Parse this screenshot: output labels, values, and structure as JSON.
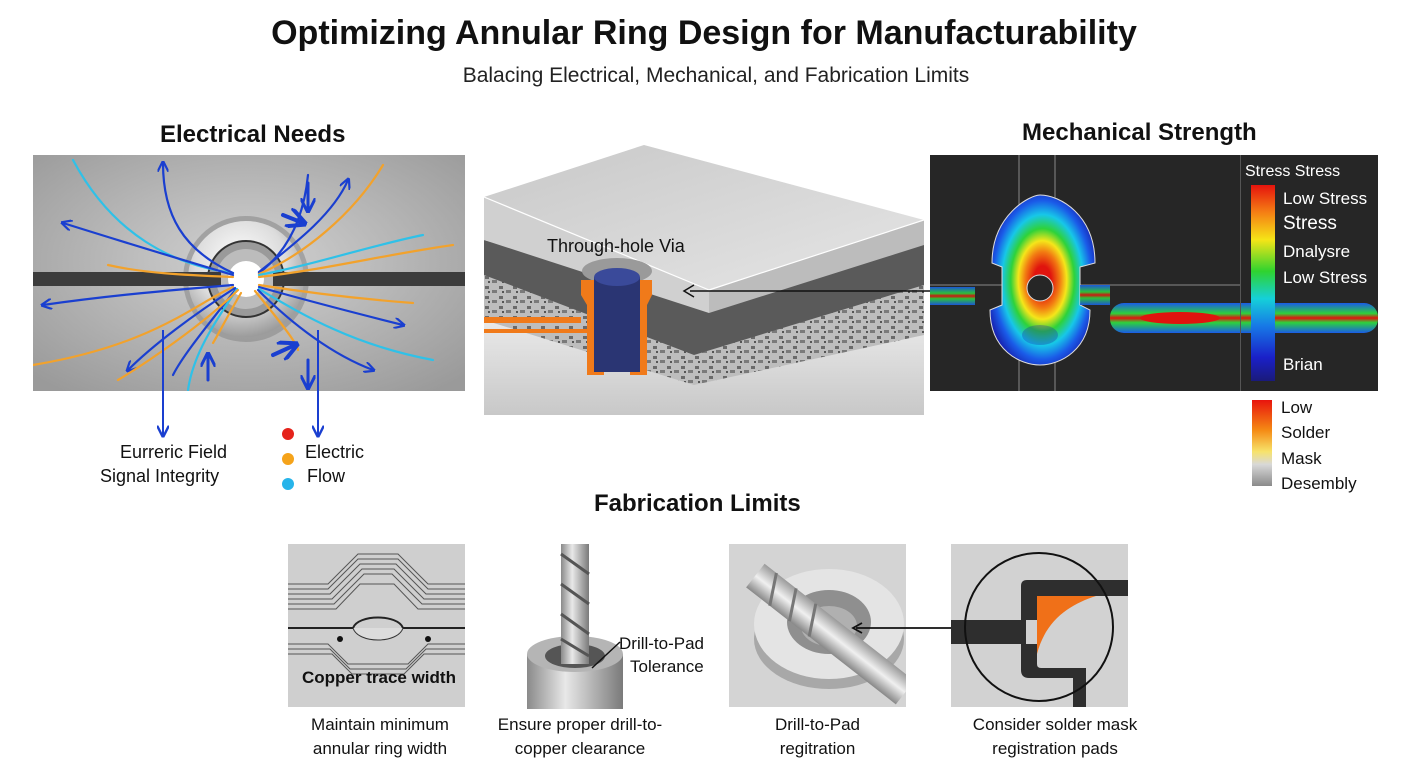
{
  "header": {
    "title": "Optimizing Annular Ring Design for Manufacturability",
    "subtitle": "Balacing Electrical, Mechanical, and Fabrication Limits"
  },
  "electrical": {
    "heading": "Electrical Needs",
    "label_line1": "Eurreric Field",
    "label_line2": "Signal Integrity",
    "legend_line1": "Electric",
    "legend_line2": "Flow",
    "legend_colors": [
      "#e5231b",
      "#f5a31a",
      "#27b4ea"
    ]
  },
  "via": {
    "label": "Through-hole Via"
  },
  "mechanical": {
    "heading": "Mechanical Strength",
    "stress_legend": {
      "title": "Stress Stress",
      "ticks": [
        "Low Stress",
        "Stress",
        "Dnalysre",
        "Low Stress",
        "Brian"
      ]
    },
    "solder_legend": {
      "ticks": [
        "Low",
        "Solder",
        "Mask",
        "Desembly"
      ]
    }
  },
  "fabrication": {
    "heading": "Fabrication Limits",
    "items": [
      {
        "inset_label": "Copper trace width",
        "caption_line1": "Maintain minimum",
        "caption_line2": "annular ring width"
      },
      {
        "inset_label_line1": "Drill-to-Pad",
        "inset_label_line2": "Tolerance",
        "caption_line1": "Ensure proper drill-to-",
        "caption_line2": "copper clearance"
      },
      {
        "caption_line1": "Drill-to-Pad",
        "caption_line2": "regitration"
      },
      {
        "caption_line1": "Consider solder mask",
        "caption_line2": "registration pads"
      }
    ]
  },
  "colors": {
    "field_blue": "#1a3fd0",
    "field_orange": "#f2a22c",
    "field_cyan": "#2fc1e8",
    "copper": "#f07a1a",
    "via_barrel": "#2a3573",
    "fea_bg": "#262626"
  }
}
